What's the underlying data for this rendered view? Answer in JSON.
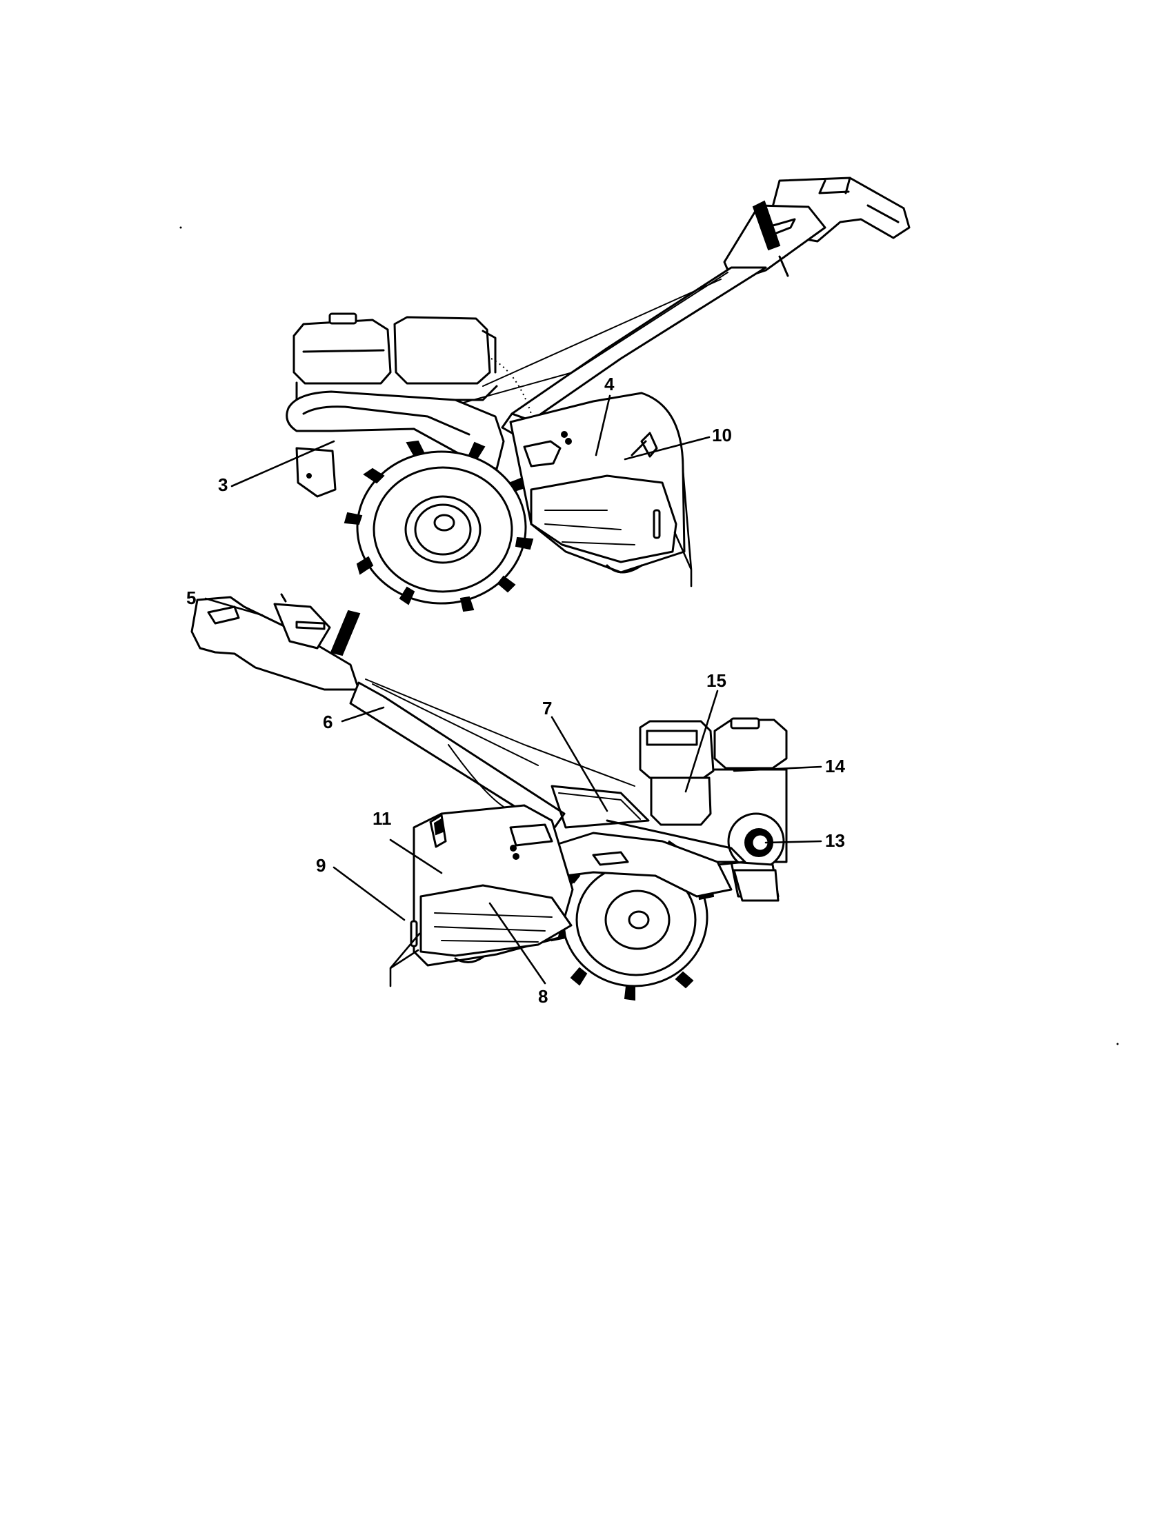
{
  "callouts": {
    "c3": "3",
    "c4": "4",
    "c10": "10",
    "c5": "5",
    "c6": "6",
    "c7": "7",
    "c15": "15",
    "c14": "14",
    "c13": "13",
    "c11": "11",
    "c9": "9",
    "c8": "8"
  }
}
